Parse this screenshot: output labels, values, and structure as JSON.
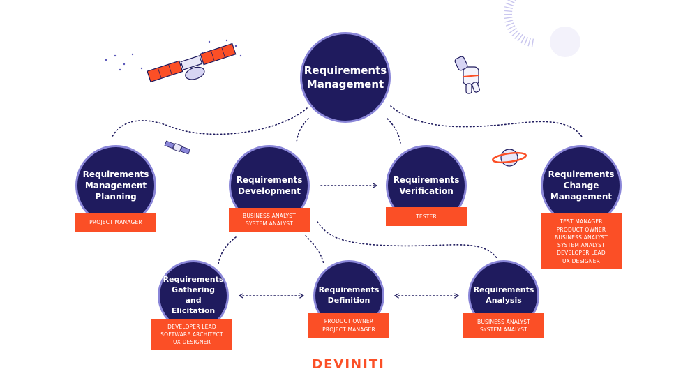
{
  "main": {
    "title": "Requirements\nManagement"
  },
  "nodes": {
    "planning": {
      "title": "Requirements\nManagement\nPlanning",
      "roles": [
        "PROJECT MANAGER"
      ]
    },
    "development": {
      "title": "Requirements\nDevelopment",
      "roles": [
        "BUSINESS ANALYST",
        "SYSTEM ANALYST"
      ]
    },
    "verification": {
      "title": "Requirements\nVerification",
      "roles": [
        "TESTER"
      ]
    },
    "change": {
      "title": "Requirements\nChange\nManagement",
      "roles": [
        "TEST MANAGER",
        "PRODUCT OWNER",
        "BUSINESS ANALYST",
        "SYSTEM ANALYST",
        "DEVELOPER LEAD",
        "UX DESIGNER"
      ]
    },
    "gathering": {
      "title": "Requirements\nGathering and\nElicitation",
      "roles": [
        "DEVELOPER LEAD",
        "SOFTWARE ARCHITECT",
        "UX DESIGNER"
      ]
    },
    "definition": {
      "title": "Requirements\nDefinition",
      "roles": [
        "PRODUCT OWNER",
        "PROJECT MANAGER"
      ]
    },
    "analysis": {
      "title": "Requirements\nAnalysis",
      "roles": [
        "BUSINESS ANALYST",
        "SYSTEM ANALYST"
      ]
    }
  },
  "logo": "DEVINITI",
  "colors": {
    "node_fill": "#1f1b5e",
    "node_border": "#8a86d8",
    "role_box": "#fb4f26",
    "logo": "#fb4f26",
    "connector": "#1f1b5e"
  },
  "decorations": [
    "satellite-illustration",
    "small-satellite-illustration",
    "astronaut-illustration",
    "ringed-planet-illustration",
    "sun-rays-illustration"
  ]
}
